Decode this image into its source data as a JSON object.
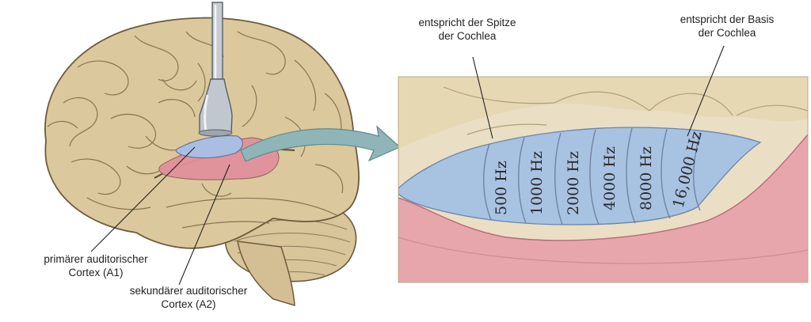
{
  "labels": {
    "a1": {
      "line1": "primärer auditorischer",
      "line2": "Cortex (A1)"
    },
    "a2": {
      "line1": "sekundärer auditorischer",
      "line2": "Cortex (A2)"
    },
    "apex": {
      "line1": "entspricht der Spitze",
      "line2": "der Cochlea"
    },
    "base": {
      "line1": "entspricht der Basis",
      "line2": "der Cochlea"
    }
  },
  "frequencies": [
    "500 Hz",
    "1000 Hz",
    "2000 Hz",
    "4000 Hz",
    "8000 Hz",
    "16,000 Hz"
  ],
  "colors": {
    "brain": "#d9c69a",
    "brain_outline": "#6d5a3e",
    "primary_cortex": "#a9bee0",
    "secondary_cortex": "#e2919c",
    "arrow": "#8fb5b8",
    "panel_bg": "#eadfc4",
    "panel_pink": "#e6a6ac"
  }
}
